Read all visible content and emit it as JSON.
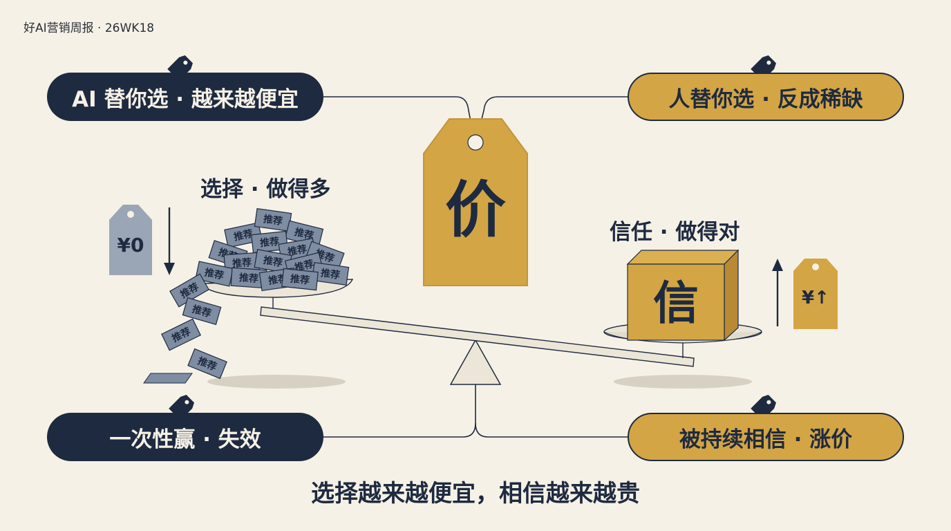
{
  "header": "好AI营销周报 · 26WK18",
  "pills": {
    "top_left": "AI 替你选 · 越来越便宜",
    "top_right": "人替你选 · 反成稀缺",
    "bottom_left": "一次性赢 · 失效",
    "bottom_right": "被持续相信 · 涨价"
  },
  "price_tag_char": "价",
  "left_side": {
    "heading": "选择 · 做得多",
    "tag_label": "¥0",
    "card_text": "推荐"
  },
  "right_side": {
    "heading": "信任 · 做得对",
    "box_char": "信",
    "tag_label": "¥↑"
  },
  "caption": "选择越来越便宜，相信越来越贵",
  "colors": {
    "navy": "#1e2a40",
    "gold": "#d3a544",
    "background": "#f6f1e6",
    "card": "#7f8da3",
    "grey_tag": "#9aa6b5"
  }
}
